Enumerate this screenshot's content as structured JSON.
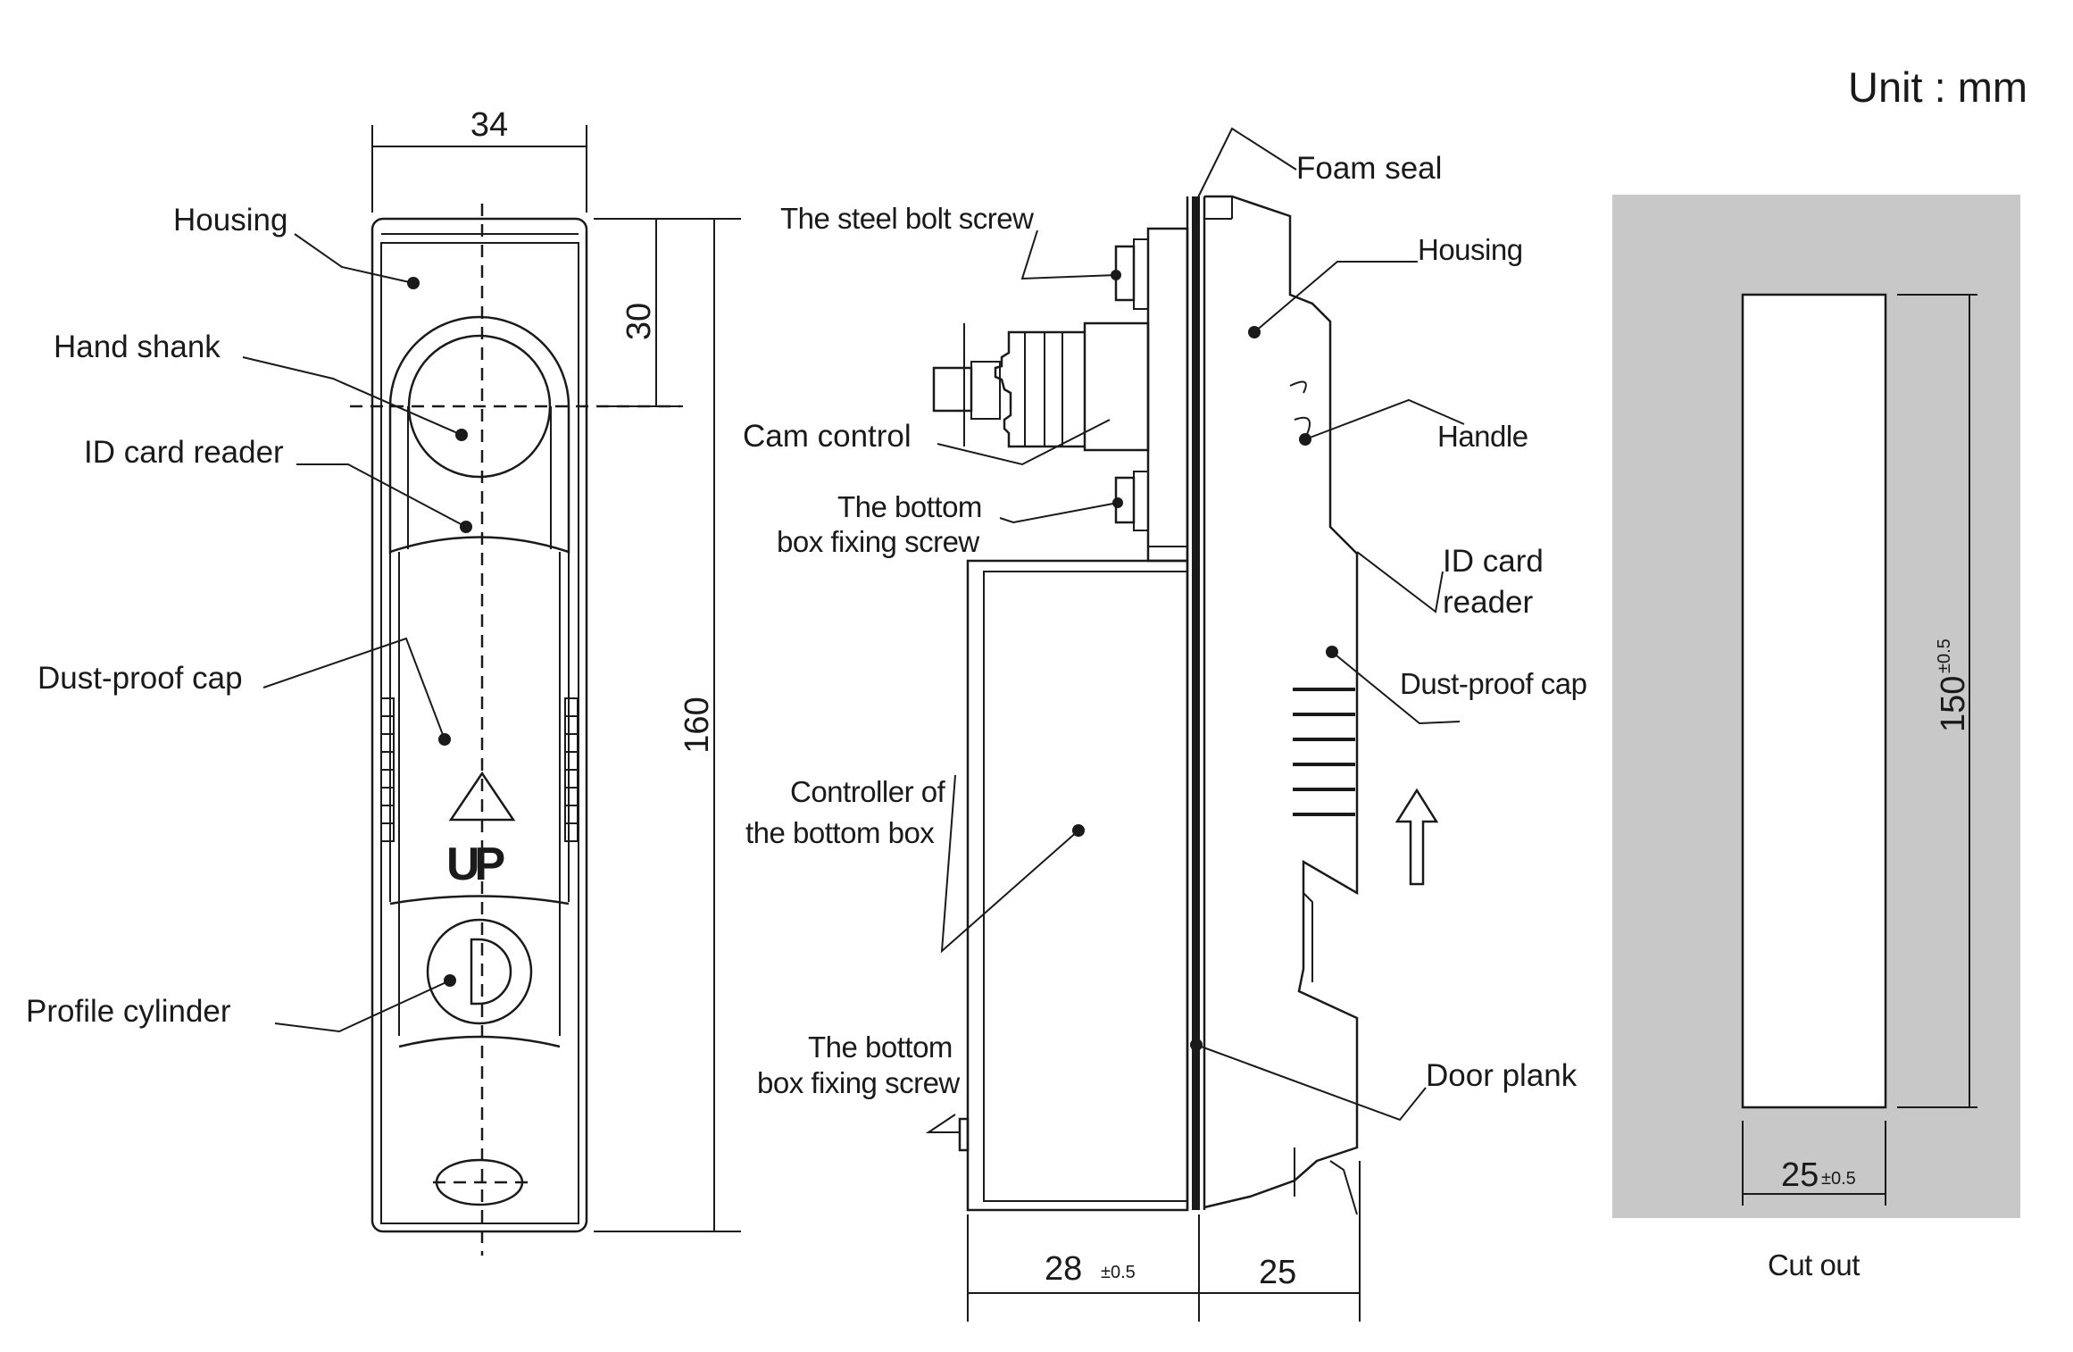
{
  "unit_label": "Unit : mm",
  "front_view": {
    "width_dim": "34",
    "upper_dim": "30",
    "height_dim": "160",
    "up_mark": "UP",
    "labels": {
      "housing": "Housing",
      "hand_shank": "Hand shank",
      "id_card_reader": "ID card reader",
      "dust_proof_cap": "Dust-proof cap",
      "profile_cylinder": "Profile cylinder"
    }
  },
  "side_view": {
    "labels": {
      "foam_seal": "Foam seal",
      "steel_bolt_screw": "The steel bolt screw",
      "housing": "Housing",
      "cam_control": "Cam control",
      "handle": "Handle",
      "bottom_box_screw_top_line1": "The bottom",
      "bottom_box_screw_top_line2": "box fixing screw",
      "id_card_reader_line1": "ID card",
      "id_card_reader_line2": "reader",
      "dust_proof_cap": "Dust-proof cap",
      "controller_line1": "Controller of",
      "controller_line2": "the bottom box",
      "bottom_box_screw_bottom_line1": "The bottom",
      "bottom_box_screw_bottom_line2": "box fixing screw",
      "door_plank": "Door plank"
    },
    "depth_dim": "28",
    "depth_tol": "±0.5",
    "front_dim": "25"
  },
  "cutout": {
    "title": "Cut  out",
    "height_dim": "150",
    "height_tol": "±0.5",
    "width_dim": "25",
    "width_tol": "±0.5",
    "panel_color": "#c8c8c8"
  }
}
